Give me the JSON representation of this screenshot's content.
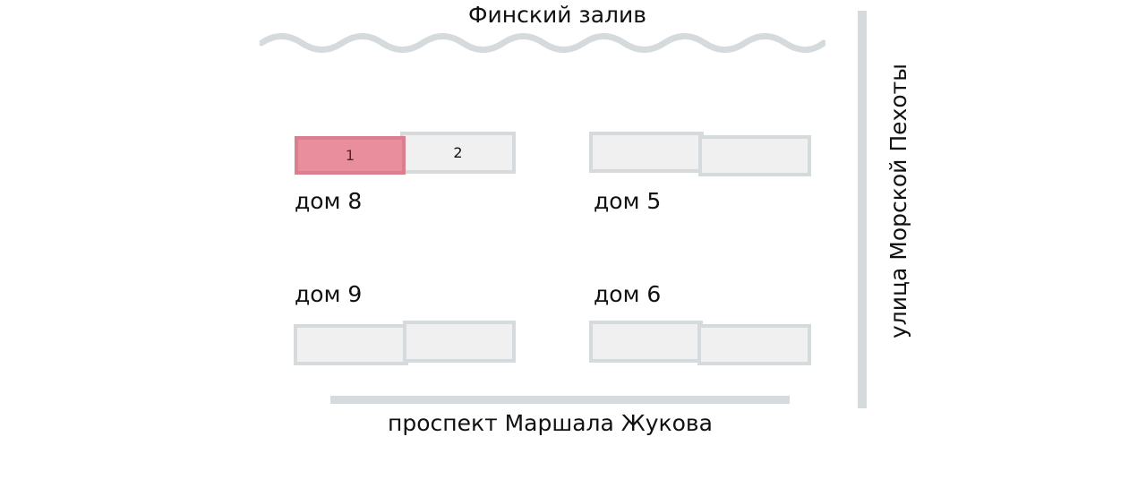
{
  "map": {
    "water": {
      "label": "Финский залив"
    },
    "streets": {
      "vertical_street": "улица Морской Пехоты",
      "bottom_avenue": "проспект Маршала Жукова"
    },
    "houses": [
      {
        "label": "дом 8",
        "sections": [
          {
            "number": "1",
            "selected": true
          },
          {
            "number": "2",
            "selected": false
          }
        ]
      },
      {
        "label": "дом 5",
        "sections": []
      },
      {
        "label": "дом 9",
        "sections": []
      },
      {
        "label": "дом 6",
        "sections": []
      }
    ]
  },
  "colors": {
    "selected_section": "#e88e9c",
    "section_fill": "#f0f0f0",
    "outline": "#d5dadd",
    "text": "#111111"
  }
}
